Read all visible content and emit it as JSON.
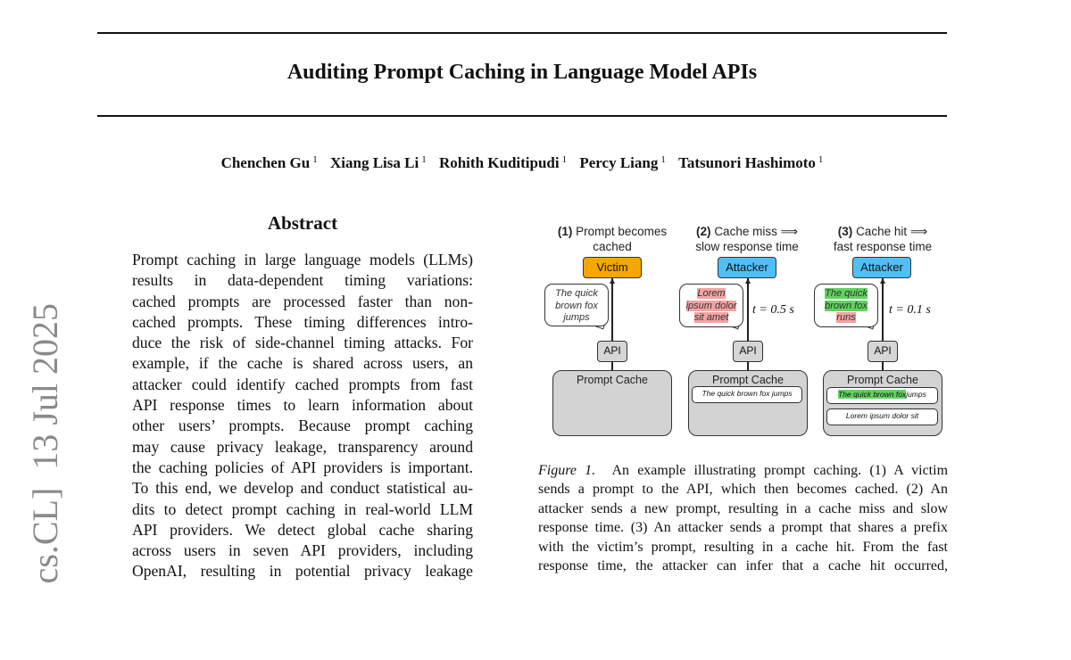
{
  "paper": {
    "title": "Auditing Prompt Caching in Language Model APIs",
    "authors": [
      {
        "name": "Chenchen Gu",
        "aff": "1"
      },
      {
        "name": "Xiang Lisa Li",
        "aff": "1"
      },
      {
        "name": "Rohith Kuditipudi",
        "aff": "1"
      },
      {
        "name": "Percy Liang",
        "aff": "1"
      },
      {
        "name": "Tatsunori Hashimoto",
        "aff": "1"
      }
    ],
    "arxiv_stamp": "cs.CL]  13 Jul 2025"
  },
  "abstract": {
    "heading": "Abstract",
    "lines": [
      "Prompt caching in large language models (LLMs)",
      "results in data-dependent timing variations:",
      "cached prompts are processed faster than non-",
      "cached prompts. These timing differences intro-",
      "duce the risk of side-channel timing attacks. For",
      "example, if the cache is shared across users, an",
      "attacker could identify cached prompts from fast",
      "API response times to learn information about",
      "other users’ prompts. Because prompt caching",
      "may cause privacy leakage, transparency around",
      "the caching policies of API providers is important.",
      "To this end, we develop and conduct statistical au-",
      "dits to detect prompt caching in real-world LLM",
      "API providers. We detect global cache sharing",
      "across users in seven API providers, including",
      "OpenAI, resulting in potential privacy leakage"
    ]
  },
  "figure": {
    "colors": {
      "victim": "#f5a700",
      "attacker": "#4fc0f7",
      "miss": "#f4a3a3",
      "hit": "#5fd35f",
      "cache": "#d3d3d3"
    },
    "panels": [
      {
        "num": "(1)",
        "heading1": "Prompt becomes",
        "heading2": "cached",
        "actor": "Victim",
        "bubble": [
          "The quick",
          "brown fox",
          "jumps"
        ],
        "api": "API",
        "cache": "Prompt Cache"
      },
      {
        "num": "(2)",
        "heading1": "Cache miss ⟹",
        "heading2": "slow response time",
        "actor": "Attacker",
        "bubble": [
          "Lorem",
          "ipsum dolor",
          "sit amet"
        ],
        "time": "t = 0.5 s",
        "api": "API",
        "cache": "Prompt Cache",
        "entries": [
          "The quick brown fox jumps"
        ]
      },
      {
        "num": "(3)",
        "heading1": "Cache hit ⟹",
        "heading2": "fast response time",
        "actor": "Attacker",
        "bubble": [
          "The quick",
          "brown fox",
          "runs"
        ],
        "time": "t = 0.1 s",
        "api": "API",
        "cache": "Prompt Cache",
        "entry_hit": "The quick brown fox",
        "entry_rest": "jumps",
        "entry2": "Lorem ipsum dolor sit"
      }
    ],
    "caption": {
      "label": "Figure 1.",
      "lines": [
        "An example illustrating prompt caching. (1) A victim",
        "sends a prompt to the API, which then becomes cached. (2) An",
        "attacker sends a new prompt, resulting in a cache miss and slow",
        "response time. (3) An attacker sends a prompt that shares a prefix",
        "with the victim’s prompt, resulting in a cache hit. From the fast",
        "response time, the attacker can infer that a cache hit occurred,"
      ]
    }
  }
}
